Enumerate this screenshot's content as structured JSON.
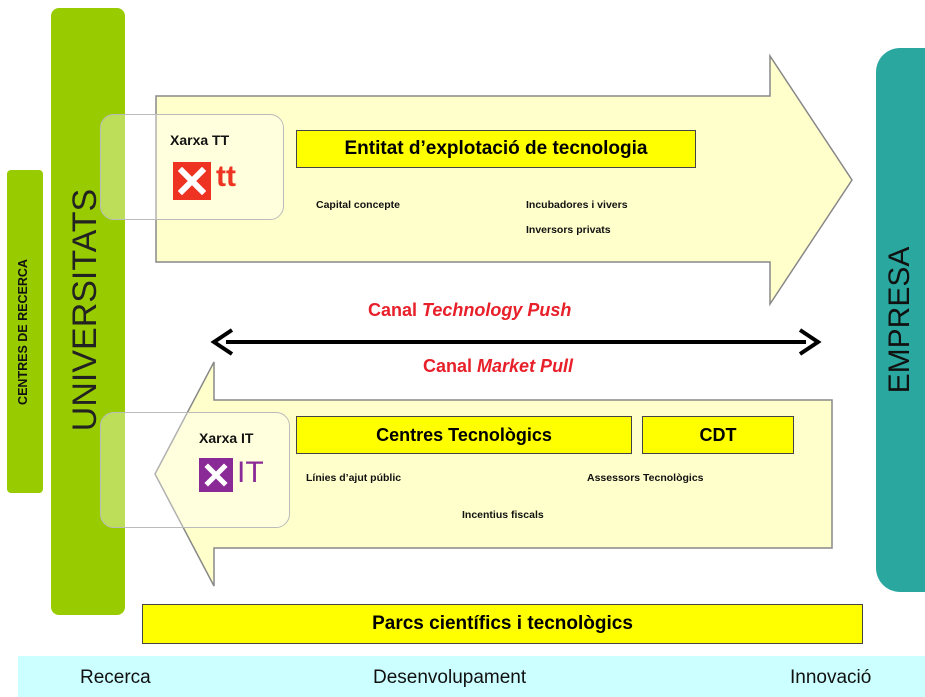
{
  "universitats": "UNIVERSITATS",
  "centres_recerca": "CENTRES DE RECERCA",
  "empresa": "EMPRESA",
  "push_panel": {
    "network_title": "Xarxa TT",
    "logo_text": "tt",
    "header": "Entitat d’explotació de tecnologia",
    "items": [
      "Capital concepte",
      "Incubadores i vivers",
      "Inversors privats"
    ]
  },
  "pull_panel": {
    "network_title": "Xarxa IT",
    "logo_text": "IT",
    "header_left": "Centres Tecnològics",
    "header_right": "CDT",
    "items": [
      "Línies d’ajut públic",
      "Assessors Tecnològics",
      "Incentius fiscals"
    ]
  },
  "canal_push": {
    "prefix": "Canal ",
    "emphasis": "Technology Push"
  },
  "canal_pull": {
    "prefix": "Canal ",
    "emphasis": "Market Pull"
  },
  "parcs": "Parcs científics i tecnològics",
  "timeline": [
    "Recerca",
    "Desenvolupament",
    "Innovació"
  ],
  "colors": {
    "green": "#99cc00",
    "teal": "#2aa8a0",
    "arrow_fill": "#ffffcc",
    "yellow": "#ffff00",
    "canal_red": "#e8202a",
    "xtt_red": "#ee3322",
    "xit_purple": "#8a2a96",
    "timeline_bg": "#ccffff"
  }
}
